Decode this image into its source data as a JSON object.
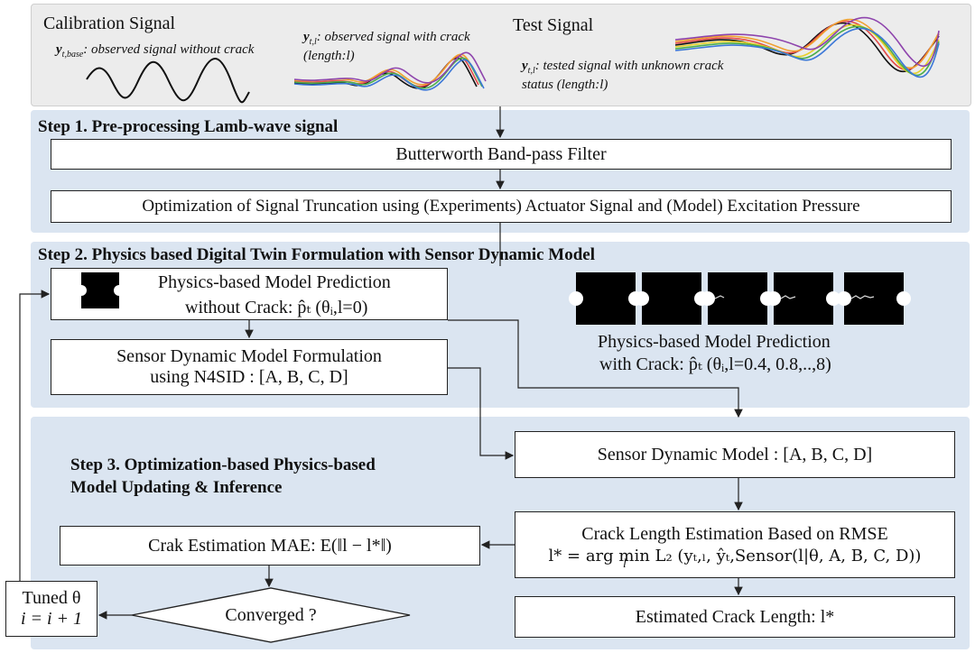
{
  "header": {
    "calibration_title": "Calibration Signal",
    "test_title": "Test Signal",
    "ybase_symbol": "y",
    "ybase_sub": "t,base",
    "ybase_desc": ": observed signal without crack",
    "ytl_symbol": "y",
    "ytl_sub": "t,l",
    "ytl_desc": ": observed signal with crack (length:l)",
    "ytest_symbol": "y",
    "ytest_sub": "t,l",
    "ytest_desc": ": tested signal with unknown crack status (length:l)"
  },
  "step1": {
    "title": "Step 1. Pre-processing Lamb-wave signal",
    "filter": "Butterworth Band-pass Filter",
    "truncation": "Optimization of Signal Truncation using (Experiments) Actuator Signal and (Model) Excitation Pressure"
  },
  "step2": {
    "title": "Step 2. Physics based Digital Twin Formulation with Sensor Dynamic Model",
    "no_crack_line1": "Physics-based Model Prediction",
    "no_crack_line2": "without Crack: p̂ₜ (θᵢ,l=0)",
    "sensor_form_line1": "Sensor Dynamic  Model Formulation",
    "sensor_form_line2": "using N4SID : [A, B, C, D]",
    "crack_line1": "Physics-based Model Prediction",
    "crack_line2": "with Crack: p̂ₜ (θᵢ,l=0.4, 0.8,..,8)"
  },
  "step3": {
    "title_line1": "Step 3. Optimization-based Physics-based",
    "title_line2": "Model Updating & Inference",
    "sensor_model": "Sensor Dynamic  Model : [A, B, C, D]",
    "rmse_title": "Crack Length Estimation Based on RMSE",
    "rmse_formula": "l* = arg min L₂ (yₜ,ₗ, ŷₜ,Sensor(l|θ, A, B, C, D))",
    "rmse_under": "l",
    "mae": "Crak Estimation MAE:  E(‖l − l*‖)",
    "converged": "Converged ?",
    "tuned_line1": "Tuned θ",
    "tuned_line2": "i = i + 1",
    "estimated": "Estimated Crack Length: l*"
  },
  "colors": {
    "top_panel": "#ececec",
    "step_panel": "#dbe5f1",
    "signal_colors": [
      "#e34a4a",
      "#f0a030",
      "#e6d02a",
      "#4cae4c",
      "#3c78d8",
      "#8e44ad"
    ]
  }
}
